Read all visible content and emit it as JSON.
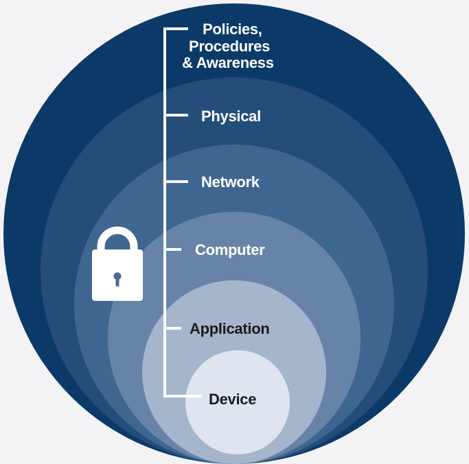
{
  "diagram": {
    "layers": [
      {
        "id": "policies",
        "label_lines": [
          "Policies,",
          "Procedures",
          "& Awareness"
        ],
        "color": "#0b3a68"
      },
      {
        "id": "physical",
        "label": "Physical",
        "color": "#244d79"
      },
      {
        "id": "network",
        "label": "Network",
        "color": "#3f6690"
      },
      {
        "id": "computer",
        "label": "Computer",
        "color": "#6784a8"
      },
      {
        "id": "application",
        "label": "Application",
        "color": "#a5b5cc"
      },
      {
        "id": "device",
        "label": "Device",
        "color": "#dfe5ef"
      }
    ],
    "lock_icon": "padlock-icon",
    "label_text_color_light": "#ffffff",
    "label_text_color_dark": "#1b1b1b"
  }
}
